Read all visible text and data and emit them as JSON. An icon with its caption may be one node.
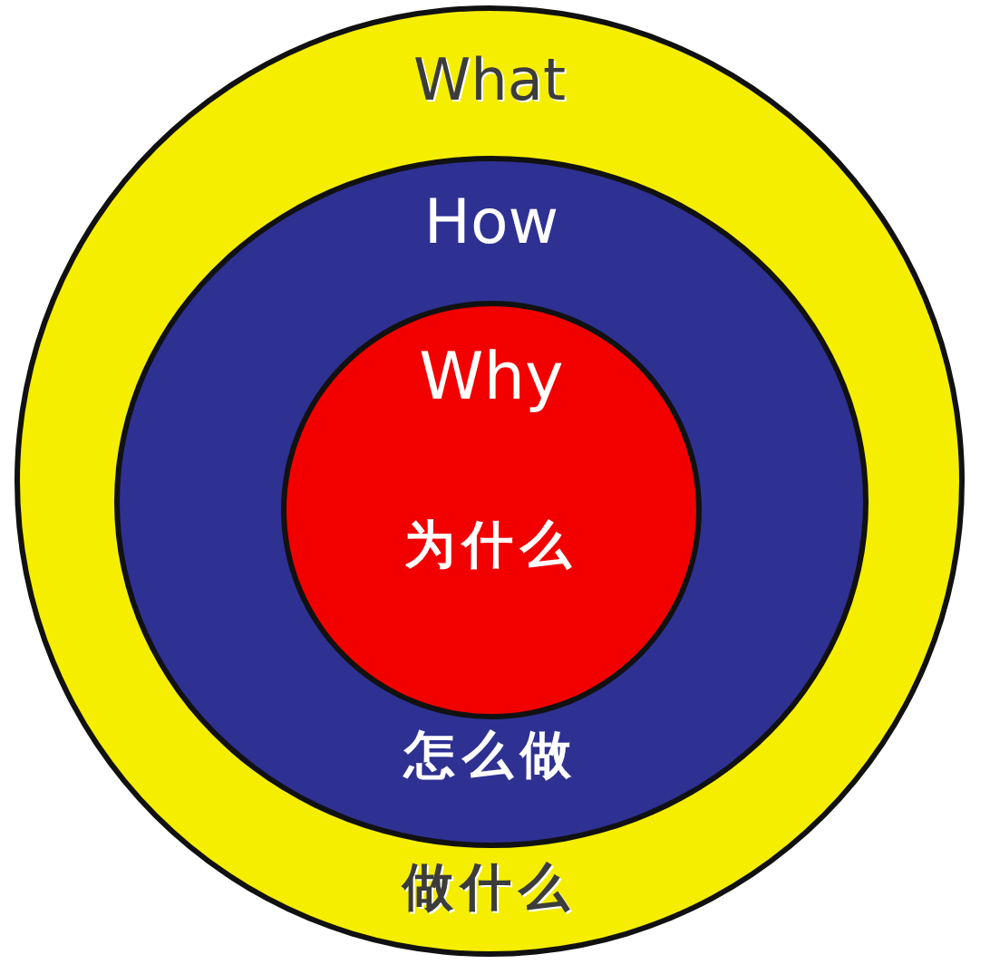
{
  "diagram": {
    "nodes": [
      {
        "text": [
          "What",
          "做什么"
        ]
      },
      {
        "text": [
          "How",
          "怎么做"
        ],
        "in": 0
      },
      {
        "text": [
          "Why",
          "为什么"
        ],
        "in": 1
      }
    ]
  }
}
